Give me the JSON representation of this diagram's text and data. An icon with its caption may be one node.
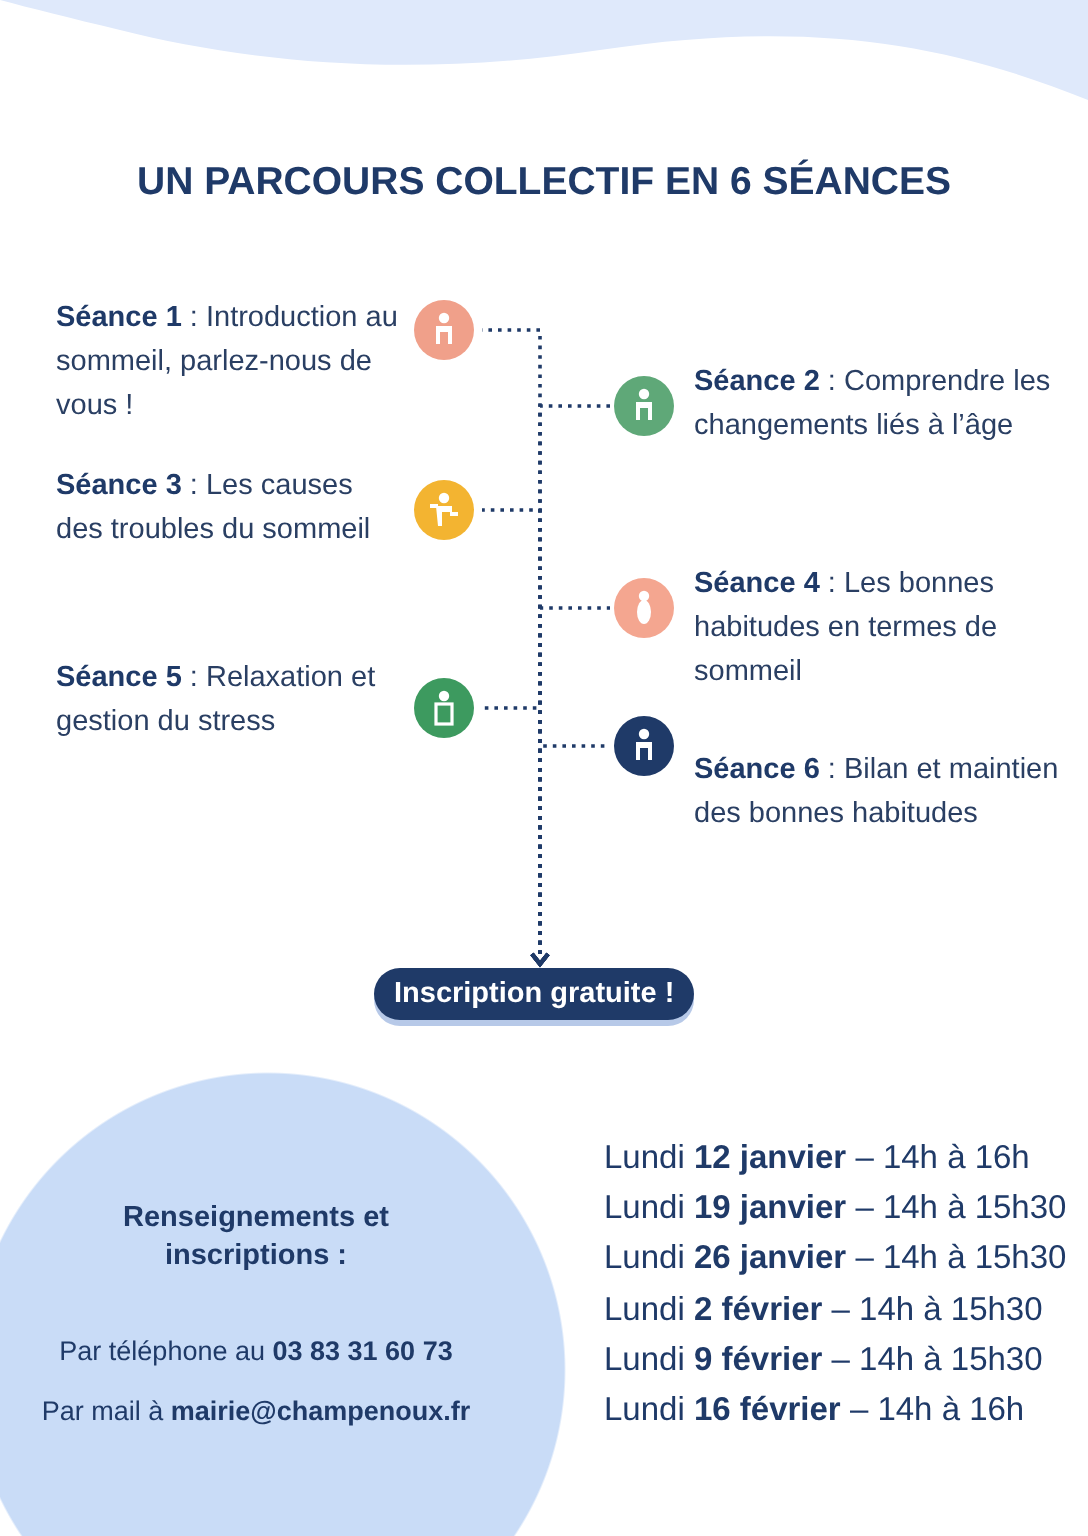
{
  "diagram": {
    "title": "UN PARCOURS COLLECTIF EN 6 SÉANCES",
    "nodes": [
      {
        "text": [
          "**Séance 1** : Introduction au sommeil, parlez-nous de vous !"
        ]
      },
      {
        "text": [
          "**Séance 2** : Comprendre les changements liés à l’âge"
        ]
      },
      {
        "text": [
          "**Séance 3** : Les causes des troubles du sommeil"
        ]
      },
      {
        "text": [
          "**Séance 4** : Les bonnes habitudes en termes de sommeil"
        ]
      },
      {
        "text": [
          "**Séance 5** : Relaxation et gestion du stress"
        ]
      },
      {
        "text": [
          "**Séance 6** : Bilan et maintien des bonnes habitudes"
        ]
      },
      {
        "text": [
          "Inscription gratuite !"
        ]
      },
      {
        "text": [
          "Renseignements et inscriptions :",
          "Par téléphone au **03 83 31 60 73**",
          "Par mail à **mairie@champenoux.fr**"
        ]
      }
    ],
    "edges": [
      {
        "from": 0,
        "to": 6,
        "arrow": "to",
        "style": "dashed"
      },
      {
        "from": 1,
        "to": 6,
        "arrow": "to",
        "style": "dashed"
      },
      {
        "from": 2,
        "to": 6,
        "arrow": "to",
        "style": "dashed"
      },
      {
        "from": 3,
        "to": 6,
        "arrow": "to",
        "style": "dashed"
      },
      {
        "from": 4,
        "to": 6,
        "arrow": "to",
        "style": "dashed"
      },
      {
        "from": 5,
        "to": 6,
        "arrow": "to",
        "style": "dashed"
      }
    ],
    "labels": [
      "Lundi **12 janvier** – 14h à 16h",
      "Lundi **19 janvier** – 14h à 15h30",
      "Lundi **26 janvier** – 14h à 15h30",
      "Lundi **2 février** – 14h à 15h30",
      "Lundi **9 février** – 14h à 15h30",
      "Lundi **16 février** – 14h à 16h"
    ]
  }
}
